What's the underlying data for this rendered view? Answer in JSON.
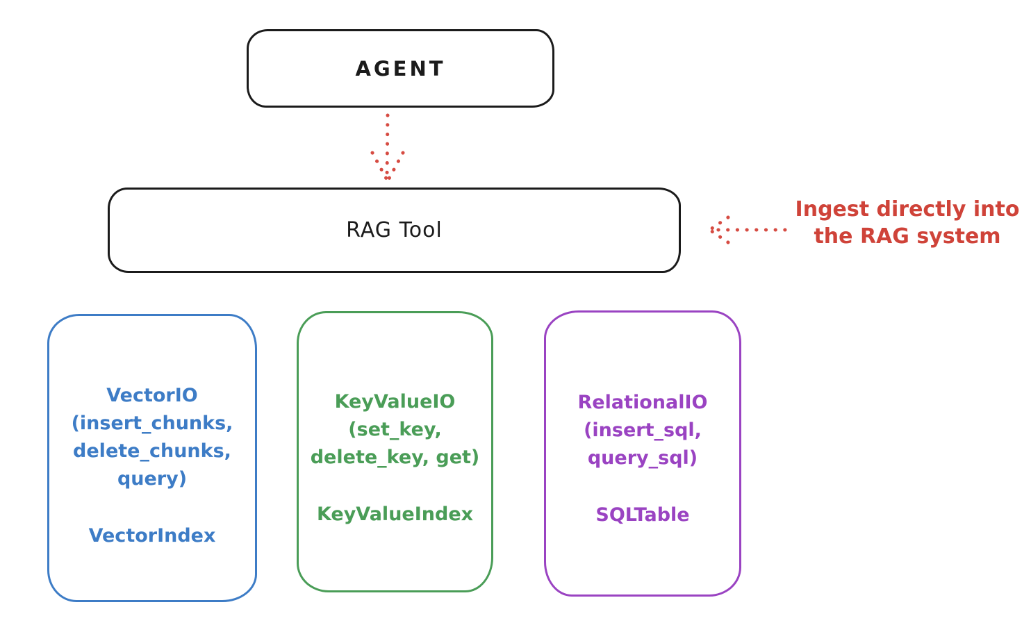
{
  "diagram": {
    "agent": {
      "label": "AGENT"
    },
    "rag_tool": {
      "label": "RAG Tool"
    },
    "annotation": {
      "line1": "Ingest directly into",
      "line2": "the RAG system"
    },
    "arrows": [
      {
        "name": "agent-to-rag-tool",
        "style": "dotted",
        "direction": "down",
        "color": "#d64b42"
      },
      {
        "name": "annotation-to-rag-tool",
        "style": "dotted",
        "direction": "left",
        "color": "#d64b42"
      }
    ],
    "colors": {
      "ink": "#1b1b1b",
      "red": "#d64b42",
      "blue": "#3d7cc6",
      "green": "#4a9d57",
      "purple": "#9a43c2",
      "background": "#ffffff"
    },
    "stores": [
      {
        "id": "vector-io",
        "color": "#3d7cc6",
        "lines": [
          "VectorIO",
          "(insert_chunks,",
          "delete_chunks,",
          "query)"
        ],
        "index_label": "VectorIndex"
      },
      {
        "id": "key-value-io",
        "color": "#4a9d57",
        "lines": [
          "KeyValueIO",
          "(set_key,",
          "delete_key, get)"
        ],
        "index_label": "KeyValueIndex"
      },
      {
        "id": "relational-io",
        "color": "#9a43c2",
        "lines": [
          "RelationalIO",
          "(insert_sql,",
          "query_sql)"
        ],
        "index_label": "SQLTable"
      }
    ]
  }
}
